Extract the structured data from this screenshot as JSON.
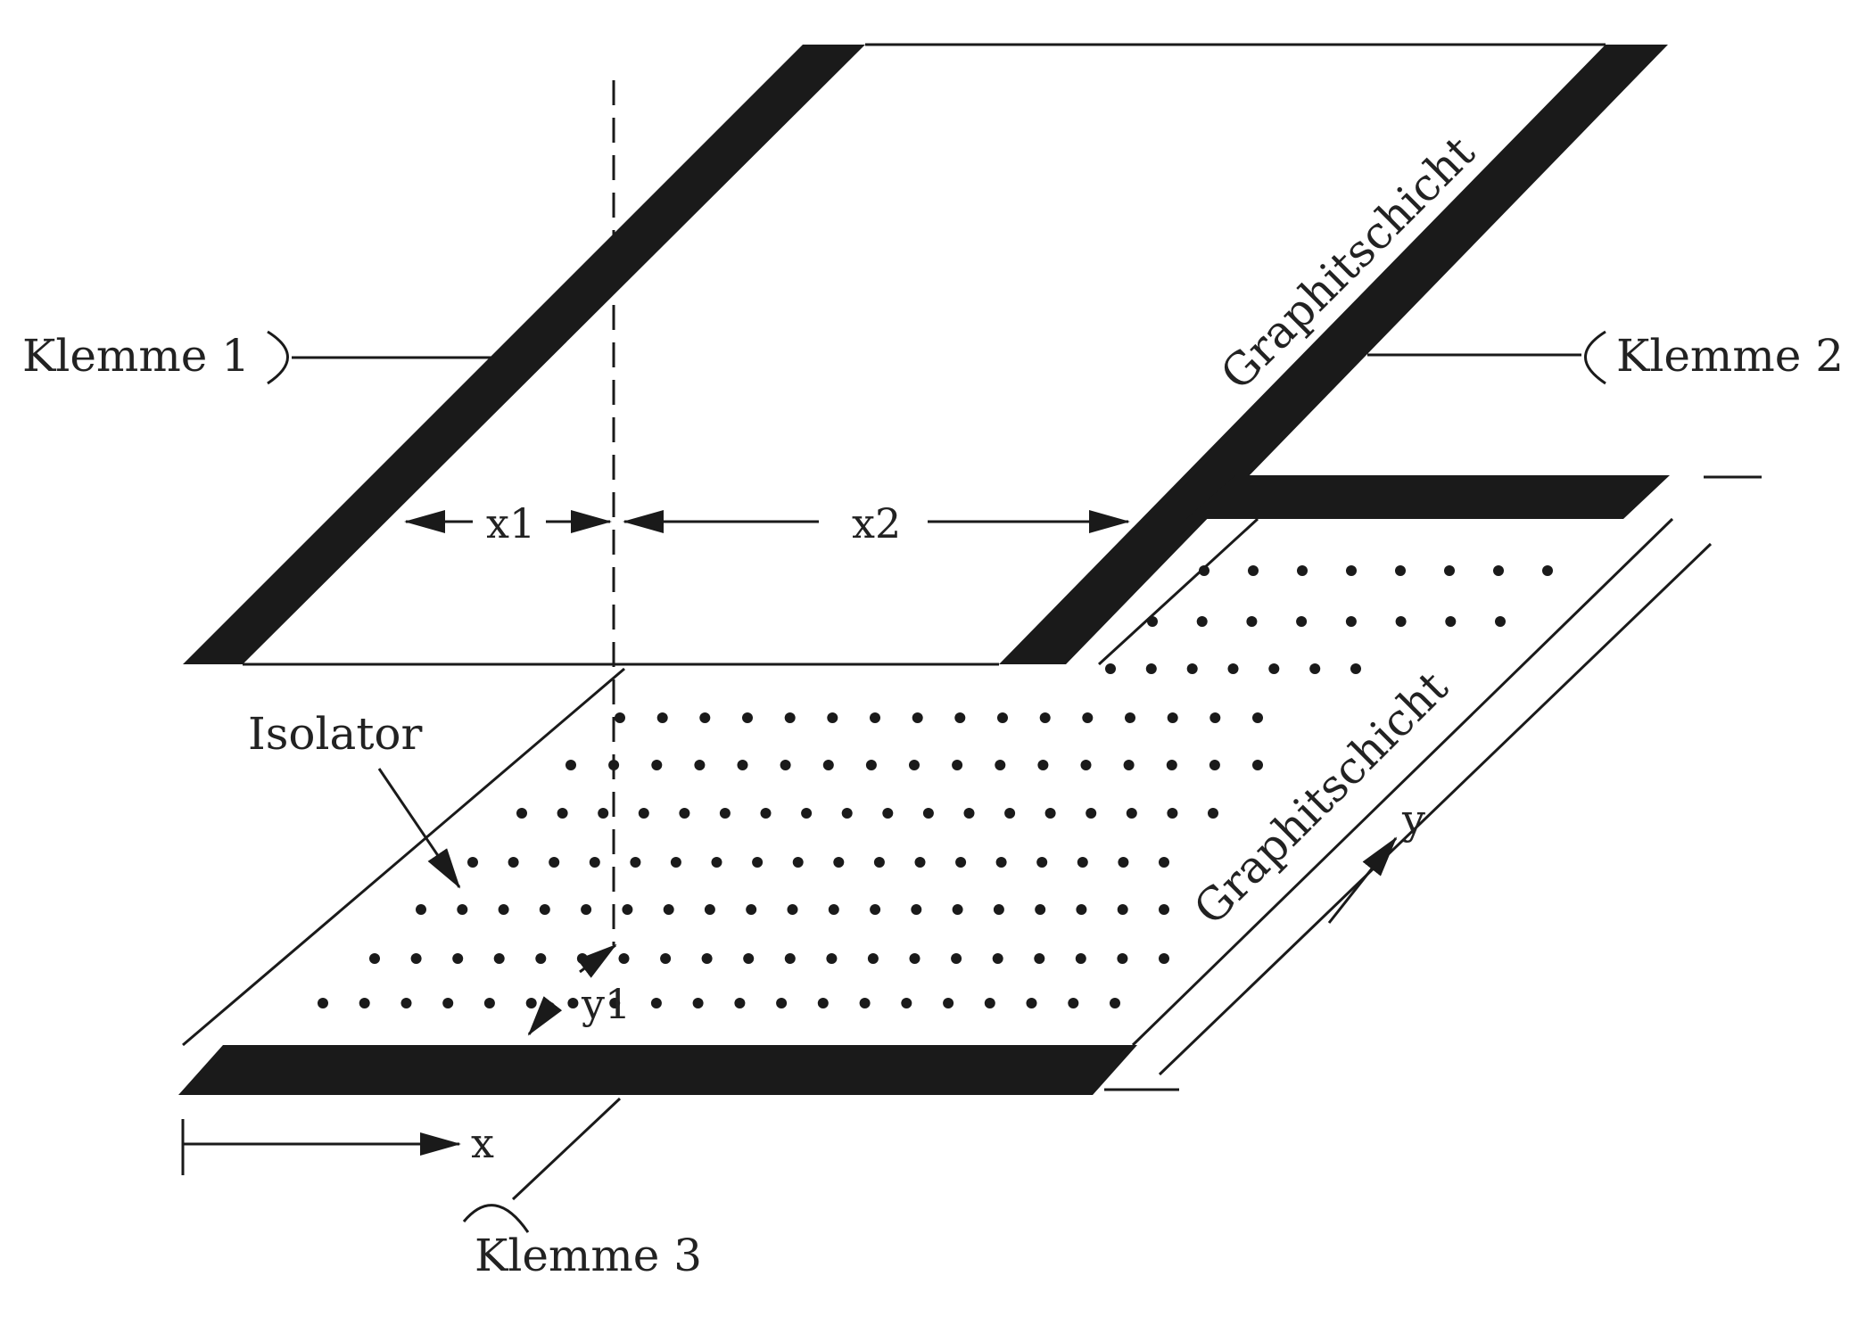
{
  "labels": {
    "terminal_1": "Klemme 1",
    "terminal_2": "Klemme 2",
    "terminal_3": "Klemme 3",
    "graphite_top": "Graphitschicht",
    "graphite_bottom": "Graphitschicht",
    "insulator": "Isolator",
    "x1": "x1",
    "x2": "x2",
    "y1": "y1",
    "x_axis": "x",
    "y_axis": "y"
  },
  "colors": {
    "ink": "#1a1a1a",
    "background": "#ffffff"
  }
}
